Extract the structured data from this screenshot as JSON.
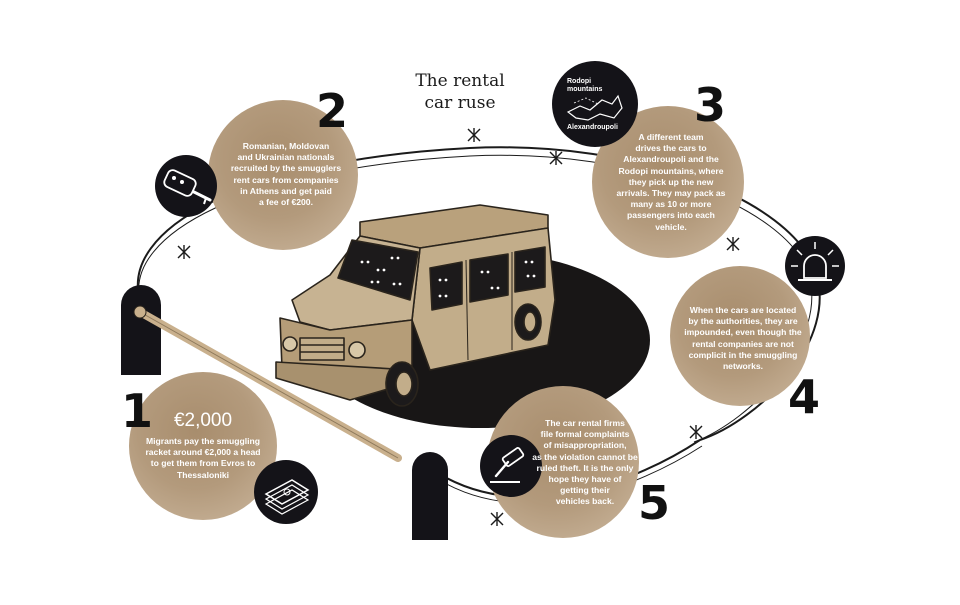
{
  "title": {
    "line1": "The rental",
    "line2": "car ruse"
  },
  "steps": [
    {
      "number": "1",
      "amount": "€2,000",
      "lines": [
        "Migrants pay the smuggling",
        "racket around €2,000 a head",
        "to get them from Evros to",
        "Thessaloniki"
      ],
      "icon": "money-stack-icon"
    },
    {
      "number": "2",
      "lines": [
        "Romanian, Moldovan",
        "and Ukrainian nationals",
        "recruited by the smugglers",
        "rent cars from companies",
        "in Athens and get paid",
        "a fee of €200."
      ],
      "icon": "car-key-icon"
    },
    {
      "number": "3",
      "lines": [
        "A different team",
        "drives the cars to",
        "Alexandroupoli and the",
        "Rodopi mountains, where",
        "they pick up the new",
        "arrivals. They may pack as",
        "many as 10 or more",
        "passengers into each",
        "vehicle."
      ],
      "icon": "map-icon"
    },
    {
      "number": "4",
      "lines": [
        "When the cars are located",
        "by the authorities, they are",
        "impounded, even though the",
        "rental companies are not",
        "complicit in the smuggling",
        "networks."
      ],
      "icon": "siren-icon"
    },
    {
      "number": "5",
      "lines": [
        "The car rental firms",
        "file formal complaints",
        "of misappropriation,",
        "as the violation cannot be",
        "ruled theft. It is the only",
        "hope they have of",
        "getting their",
        "vehicles back."
      ],
      "icon": "gavel-icon"
    }
  ],
  "map": {
    "label_top_1": "Rodopi",
    "label_top_2": "mountains",
    "label_bottom": "Alexandroupoli"
  },
  "colors": {
    "circle": "#b39a7c",
    "dark": "#141318",
    "car_body": "#c2ad8a",
    "car_shadow": "#181616",
    "barrier_pole": "#c9b08d",
    "text_on_circle": "#ffffff"
  }
}
